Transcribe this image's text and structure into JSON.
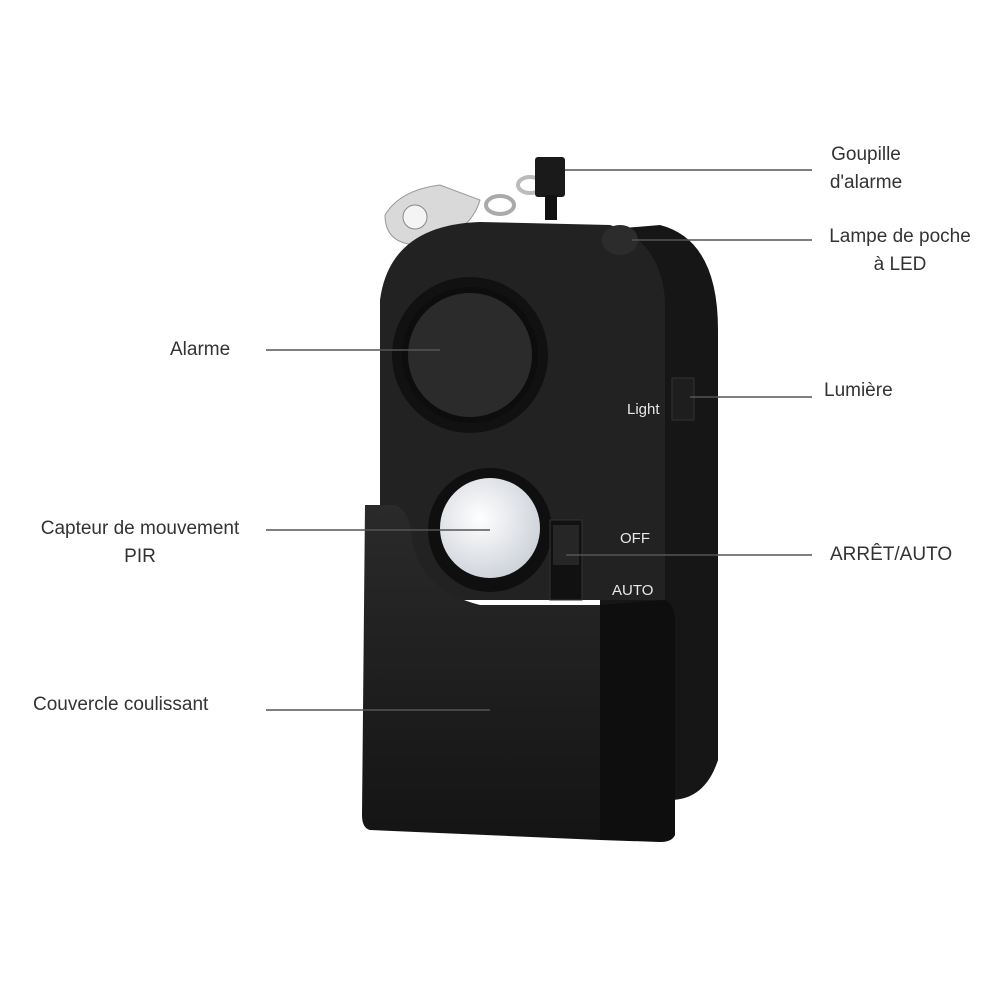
{
  "labels": {
    "pin": [
      "Goupille",
      "d'alarme"
    ],
    "flashlight": [
      "Lampe de poche",
      "à LED"
    ],
    "alarm": "Alarme",
    "light": "Lumière",
    "pir": [
      "Capteur de mouvement",
      "PIR"
    ],
    "switch": "ARRÊT/AUTO",
    "cover": "Couvercle coulissant"
  },
  "device_text": {
    "light": "Light",
    "off": "OFF",
    "auto": "AUTO"
  },
  "colors": {
    "body": "#1c1c1c",
    "leader_line": "#555555",
    "label_text": "#333333",
    "pir_lens": "#e6e9ee"
  }
}
